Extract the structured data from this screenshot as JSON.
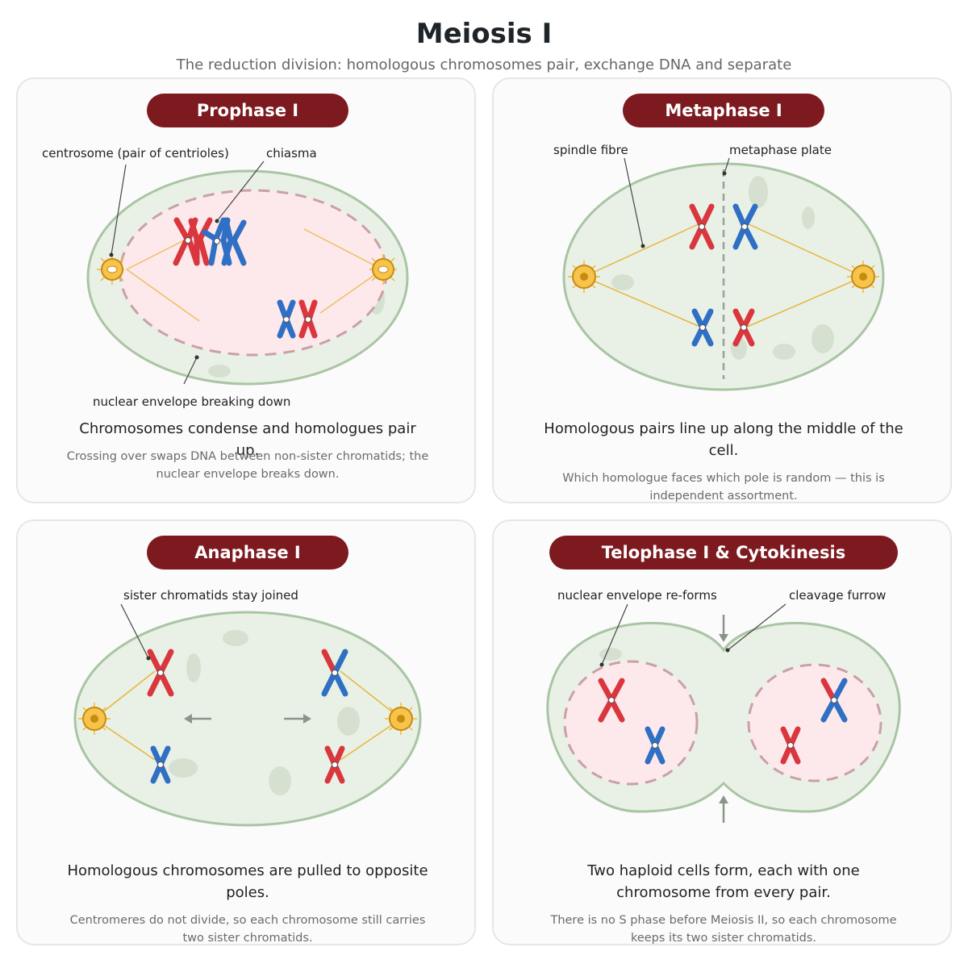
{
  "page": {
    "title": "Meiosis I",
    "subtitle": "The reduction division: homologous chromosomes pair, exchange DNA and separate"
  },
  "colors": {
    "accent": "#7d1a1f",
    "maternal_chromosome": "#d9363e",
    "paternal_chromosome": "#2f6fc4",
    "cell_fill": "#e9f1e6",
    "cell_outline": "#a9c5a4",
    "nucleus_fill": "#fde9ec",
    "nuclear_envelope": "#c9a0a6",
    "centrosome": "#f2b632",
    "spindle": "#e8b53c"
  },
  "panels": [
    {
      "heading": "Prophase I",
      "labels": {
        "centrosome": "centrosome (pair of centrioles)",
        "chiasma": "chiasma",
        "envelope": "nuclear envelope breaking down"
      },
      "lead": "Chromosomes condense and homologues pair up.",
      "note": "Crossing over swaps DNA between non-sister chromatids; the nuclear envelope breaks down."
    },
    {
      "heading": "Metaphase I",
      "labels": {
        "spindle": "spindle fibre",
        "plate": "metaphase plate"
      },
      "lead": "Homologous pairs line up along the middle of the cell.",
      "note": "Which homologue faces which pole is random — this is independent assortment."
    },
    {
      "heading": "Anaphase I",
      "labels": {
        "sister": "sister chromatids stay joined"
      },
      "lead": "Homologous chromosomes are pulled to opposite poles.",
      "note": "Centromeres do not divide, so each chromosome still carries two sister chromatids."
    },
    {
      "heading": "Telophase I & Cytokinesis",
      "labels": {
        "envelope": "nuclear envelope re-forms",
        "furrow": "cleavage furrow"
      },
      "lead": "Two haploid cells form, each with one chromosome from every pair.",
      "note": "There is no S phase before Meiosis II, so each chromosome keeps its two sister chromatids."
    }
  ]
}
